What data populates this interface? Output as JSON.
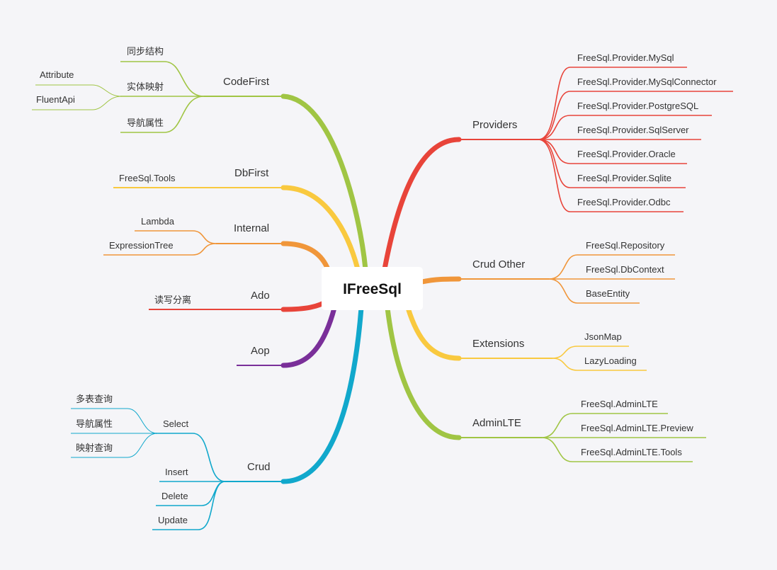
{
  "root": {
    "label": "IFreeSql"
  },
  "colors": {
    "red": "#e8443a",
    "orange": "#f0963a",
    "yellow": "#f9c93f",
    "green": "#a0c544",
    "purple": "#7a2f99",
    "blue": "#11a8cc",
    "bg": "#f5f5f8"
  },
  "branches": {
    "codefirst": {
      "label": "CodeFirst",
      "children": [
        "同步结构",
        "实体映射",
        "导航属性"
      ],
      "mapping_children": [
        "Attribute",
        "FluentApi"
      ]
    },
    "dbfirst": {
      "label": "DbFirst",
      "children": [
        "FreeSql.Tools"
      ]
    },
    "internal": {
      "label": "Internal",
      "children": [
        "Lambda",
        "ExpressionTree"
      ]
    },
    "ado": {
      "label": "Ado",
      "children": [
        "读写分离"
      ]
    },
    "aop": {
      "label": "Aop"
    },
    "crud": {
      "label": "Crud",
      "children": [
        "Select",
        "Insert",
        "Delete",
        "Update"
      ],
      "select_children": [
        "多表查询",
        "导航属性",
        "映射查询"
      ]
    },
    "providers": {
      "label": "Providers",
      "children": [
        "FreeSql.Provider.MySql",
        "FreeSql.Provider.MySqlConnector",
        "FreeSql.Provider.PostgreSQL",
        "FreeSql.Provider.SqlServer",
        "FreeSql.Provider.Oracle",
        "FreeSql.Provider.Sqlite",
        "FreeSql.Provider.Odbc"
      ]
    },
    "crudother": {
      "label": "Crud Other",
      "children": [
        "FreeSql.Repository",
        "FreeSql.DbContext",
        "BaseEntity"
      ]
    },
    "extensions": {
      "label": "Extensions",
      "children": [
        "JsonMap",
        "LazyLoading"
      ]
    },
    "adminlte": {
      "label": "AdminLTE",
      "children": [
        "FreeSql.AdminLTE",
        "FreeSql.AdminLTE.Preview",
        "FreeSql.AdminLTE.Tools"
      ]
    }
  }
}
